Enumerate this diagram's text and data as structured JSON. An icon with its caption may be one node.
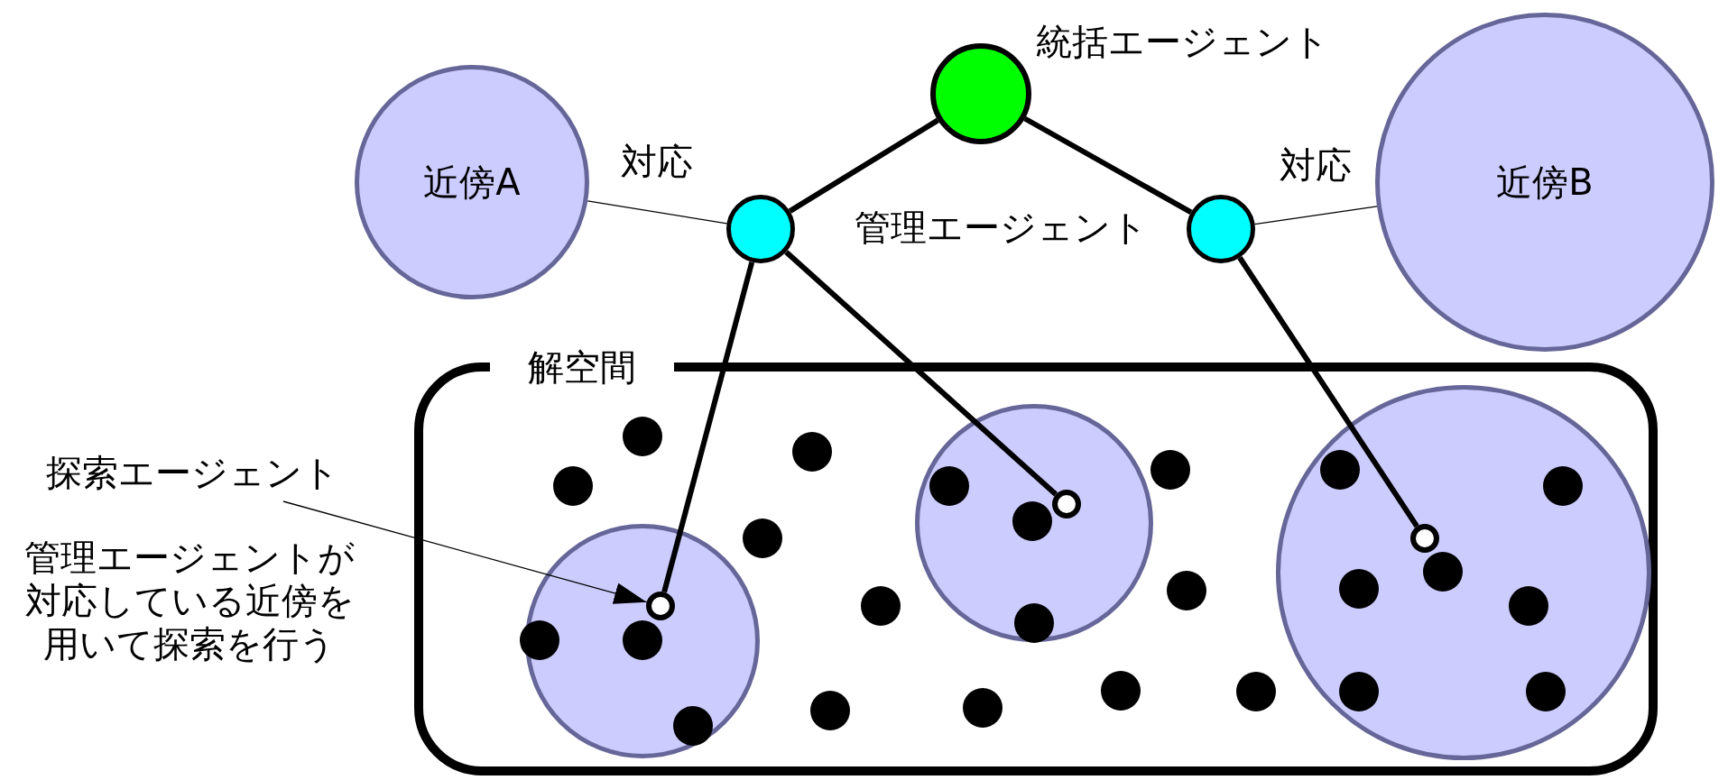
{
  "diagram": {
    "nodes": [
      {
        "text": [
          "統括エージェント"
        ]
      },
      {
        "text": [
          "近傍A"
        ]
      },
      {
        "text": [],
        "shape": "circle"
      },
      {
        "text": [],
        "shape": "circle"
      },
      {
        "text": [
          "近傍B"
        ]
      },
      {
        "text": [
          "解空間"
        ]
      },
      {
        "text": [
          "探索エージェント"
        ]
      },
      {
        "text": [],
        "shape": "circle",
        "in": 5
      },
      {
        "text": [],
        "shape": "circle",
        "in": 5
      },
      {
        "text": [],
        "shape": "circle",
        "in": 5
      },
      {
        "text": [],
        "shape": "circle",
        "in": 7
      },
      {
        "text": [],
        "shape": "circle",
        "in": 8
      },
      {
        "text": [],
        "shape": "circle",
        "in": 9
      },
      {
        "text": [],
        "shape": "circle",
        "in": 5
      },
      {
        "text": [],
        "shape": "circle",
        "in": 5
      },
      {
        "text": [],
        "shape": "circle",
        "in": 5
      },
      {
        "text": [],
        "shape": "circle",
        "in": 5
      },
      {
        "text": [],
        "shape": "circle",
        "in": 5
      },
      {
        "text": [],
        "shape": "circle",
        "in": 5
      },
      {
        "text": [],
        "shape": "circle",
        "in": 5
      },
      {
        "text": [],
        "shape": "circle",
        "in": 5
      },
      {
        "text": [],
        "shape": "circle",
        "in": 5
      },
      {
        "text": [],
        "shape": "circle",
        "in": 5
      },
      {
        "text": [],
        "shape": "circle",
        "in": 5
      },
      {
        "text": [],
        "shape": "circle",
        "in": 7
      },
      {
        "text": [],
        "shape": "circle",
        "in": 7
      },
      {
        "text": [],
        "shape": "circle",
        "in": 7
      },
      {
        "text": [],
        "shape": "circle",
        "in": 8
      },
      {
        "text": [],
        "shape": "circle",
        "in": 8
      },
      {
        "text": [],
        "shape": "circle",
        "in": 8
      },
      {
        "text": [],
        "shape": "circle",
        "in": 9
      },
      {
        "text": [],
        "shape": "circle",
        "in": 9
      },
      {
        "text": [],
        "shape": "circle",
        "in": 9
      },
      {
        "text": [],
        "shape": "circle",
        "in": 9
      },
      {
        "text": [],
        "shape": "circle",
        "in": 9
      },
      {
        "text": [],
        "shape": "circle",
        "in": 9
      },
      {
        "text": [],
        "shape": "circle",
        "in": 9
      }
    ],
    "edges": [
      {
        "from": 0,
        "to": 2,
        "arrow": "none"
      },
      {
        "from": 0,
        "to": 3,
        "arrow": "none"
      },
      {
        "from": 1,
        "to": 2,
        "arrow": "none",
        "label": "対応"
      },
      {
        "from": 3,
        "to": 4,
        "arrow": "none",
        "label": "対応"
      },
      {
        "from": 2,
        "to": 10,
        "arrow": "none"
      },
      {
        "from": 2,
        "to": 11,
        "arrow": "none"
      },
      {
        "from": 3,
        "to": 12,
        "arrow": "none"
      },
      {
        "from": 6,
        "to": 10,
        "arrow": "to"
      }
    ],
    "labels": [
      "管理エージェント",
      "管理エージェントが対応している近傍を用いて探索を行う"
    ]
  }
}
